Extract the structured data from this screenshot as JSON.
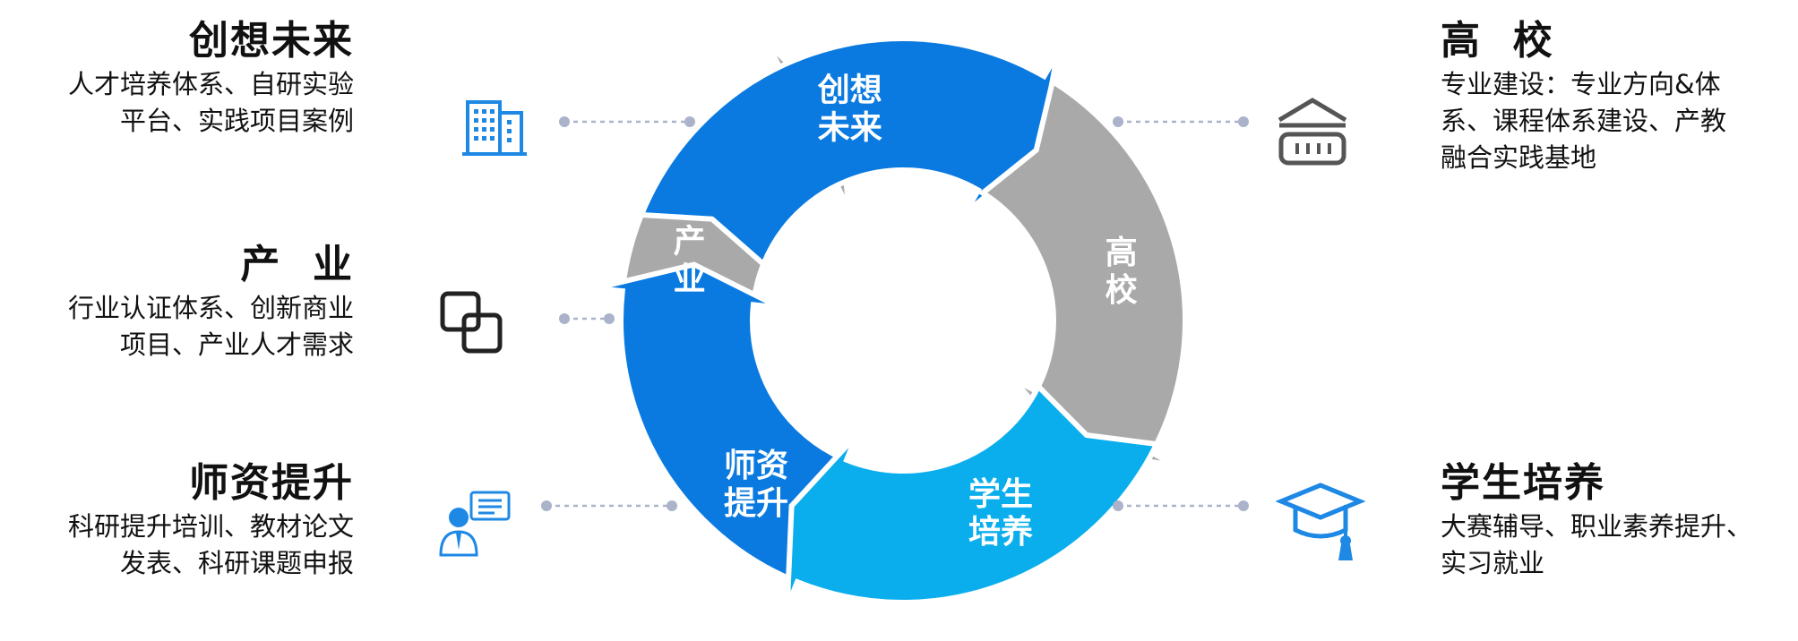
{
  "colors": {
    "blue": "#0a7ae0",
    "light_blue": "#0aaeed",
    "gray": "#a9a9a9",
    "connector": "#aab3c9",
    "icon_blue": "#1e88e5",
    "icon_dark": "#222222"
  },
  "left": [
    {
      "title": "创想未来",
      "lines": [
        "人才培养体系、自研实验",
        "平台、实践项目案例"
      ],
      "icon": "building-icon"
    },
    {
      "title": "产  业",
      "lines": [
        "行业认证体系、创新商业",
        "项目、产业人才需求"
      ],
      "icon": "link-squares-icon"
    },
    {
      "title": "师资提升",
      "lines": [
        "科研提升培训、教材论文",
        "发表、科研课题申报"
      ],
      "icon": "teacher-presentation-icon"
    }
  ],
  "right": [
    {
      "title": "高  校",
      "lines": [
        "专业建设：专业方向&体",
        "系、课程体系建设、产教",
        "融合实践基地"
      ],
      "icon": "university-icon"
    },
    {
      "title": "学生培养",
      "lines": [
        "大赛辅导、职业素养提升、",
        "实习就业"
      ],
      "icon": "graduation-cap-icon"
    }
  ],
  "cycle": [
    {
      "lines": [
        "创想",
        "未来"
      ],
      "color": "blue"
    },
    {
      "lines": [
        "高",
        "校"
      ],
      "color": "gray"
    },
    {
      "lines": [
        "学生",
        "培养"
      ],
      "color": "light_blue"
    },
    {
      "lines": [
        "师资",
        "提升"
      ],
      "color": "blue"
    },
    {
      "lines": [
        "产",
        "业"
      ],
      "color": "gray"
    }
  ]
}
